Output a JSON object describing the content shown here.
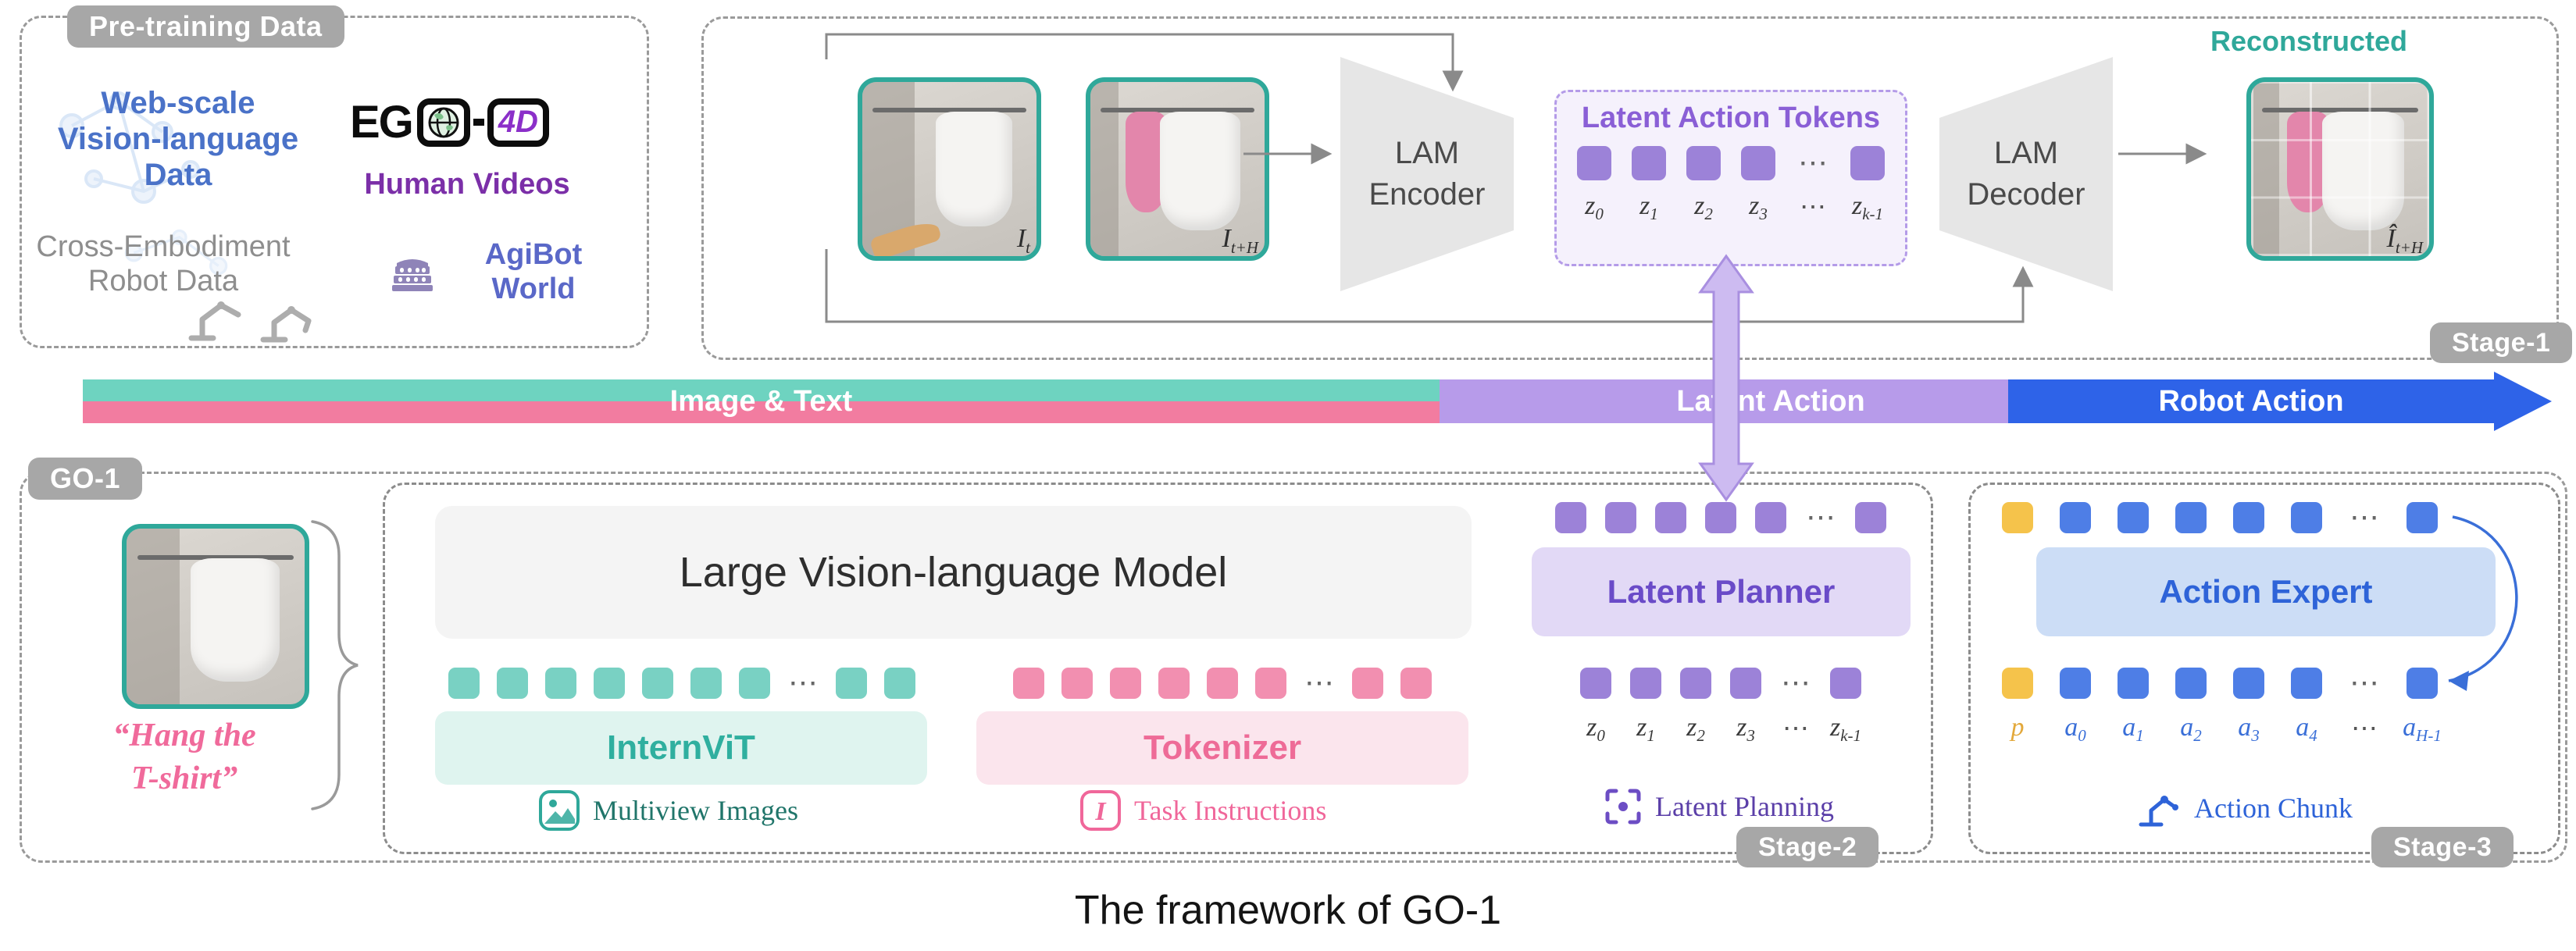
{
  "caption": "The framework of GO-1",
  "colors": {
    "teal_accent": "#2FA89A",
    "teal_square": "#79D1C3",
    "pink_accent": "#EE6B97",
    "pink_square": "#F28FB0",
    "purple_accent": "#6C4DC4",
    "purple_square": "#9C82D8",
    "blue_accent": "#2E63D8",
    "blue_square": "#4E7EE6",
    "yellow_square": "#F5C34B",
    "pill_gray": "#A7A7A7",
    "bar_teal": "#6ED3C0",
    "bar_pink": "#F27CA0",
    "bar_purple": "#B79BEA",
    "bar_blue": "#2E63E8"
  },
  "pretraining": {
    "title": "Pre-training Data",
    "web_scale": [
      "Web-scale",
      "Vision-language",
      "Data"
    ],
    "ego_eg": "EG",
    "ego_4d": "4D",
    "human_videos": "Human Videos",
    "cross_embodiment": [
      "Cross-Embodiment",
      "Robot Data"
    ],
    "agibot": [
      "AgiBot",
      "World"
    ]
  },
  "stage1": {
    "pill": "Stage-1",
    "encoder": [
      "LAM",
      "Encoder"
    ],
    "decoder": [
      "LAM",
      "Decoder"
    ],
    "tokens_title": "Latent Action Tokens",
    "reconstructed": "Reconstructed",
    "img_t": {
      "b": "I",
      "s": "t"
    },
    "img_th": {
      "b": "I",
      "s": "t+H"
    },
    "img_recon": {
      "b": "Î",
      "s": "t+H"
    },
    "z_row": [
      {
        "b": "z",
        "s": "0"
      },
      {
        "b": "z",
        "s": "1"
      },
      {
        "b": "z",
        "s": "2"
      },
      {
        "b": "z",
        "s": "3"
      },
      {
        "d": "⋯"
      },
      {
        "b": "z",
        "s": "k-1"
      }
    ]
  },
  "bar": {
    "segments": [
      {
        "label": "Image & Text"
      },
      {
        "label": "Latent Action"
      },
      {
        "label": "Robot Action"
      }
    ]
  },
  "go1": {
    "pill": "GO-1",
    "quote": [
      "“Hang the",
      "T-shirt”"
    ]
  },
  "stage2": {
    "pill": "Stage-2",
    "lvm": "Large Vision-language Model",
    "internvit": "InternViT",
    "tokenizer": "Tokenizer",
    "multiview": "Multiview Images",
    "task_instructions": "Task Instructions",
    "planner": "Latent Planner",
    "planning": "Latent Planning",
    "z_row": [
      {
        "b": "z",
        "s": "0"
      },
      {
        "b": "z",
        "s": "1"
      },
      {
        "b": "z",
        "s": "2"
      },
      {
        "b": "z",
        "s": "3"
      },
      {
        "d": "⋯"
      },
      {
        "b": "z",
        "s": "k-1"
      }
    ]
  },
  "stage3": {
    "pill": "Stage-3",
    "expert": "Action Expert",
    "chunk": "Action Chunk",
    "a_row": [
      {
        "b": "p",
        "s": "",
        "c": "lab-p"
      },
      {
        "b": "a",
        "s": "0"
      },
      {
        "b": "a",
        "s": "1"
      },
      {
        "b": "a",
        "s": "2"
      },
      {
        "b": "a",
        "s": "3"
      },
      {
        "b": "a",
        "s": "4"
      },
      {
        "d": "⋯"
      },
      {
        "b": "a",
        "s": "H-1"
      }
    ]
  },
  "squares": {
    "stage1_tokens": [
      "purple",
      "purple",
      "purple",
      "purple",
      "dots",
      "purple"
    ],
    "lvm_visual": [
      "teal",
      "teal",
      "teal",
      "teal",
      "teal",
      "teal",
      "teal",
      "dots",
      "teal",
      "teal"
    ],
    "lvm_text": [
      "pink",
      "pink",
      "pink",
      "pink",
      "pink",
      "pink",
      "dots",
      "pink",
      "pink"
    ],
    "planner_top": [
      "purple",
      "purple",
      "purple",
      "purple",
      "purple",
      "dots",
      "purple"
    ],
    "planner_bottom": [
      "purple",
      "purple",
      "purple",
      "purple",
      "dots",
      "purple"
    ],
    "expert_top": [
      "yellow",
      "blue",
      "blue",
      "blue",
      "blue",
      "blue",
      "dots",
      "blue"
    ],
    "expert_bottom": [
      "yellow",
      "blue",
      "blue",
      "blue",
      "blue",
      "blue",
      "dots",
      "blue"
    ]
  }
}
